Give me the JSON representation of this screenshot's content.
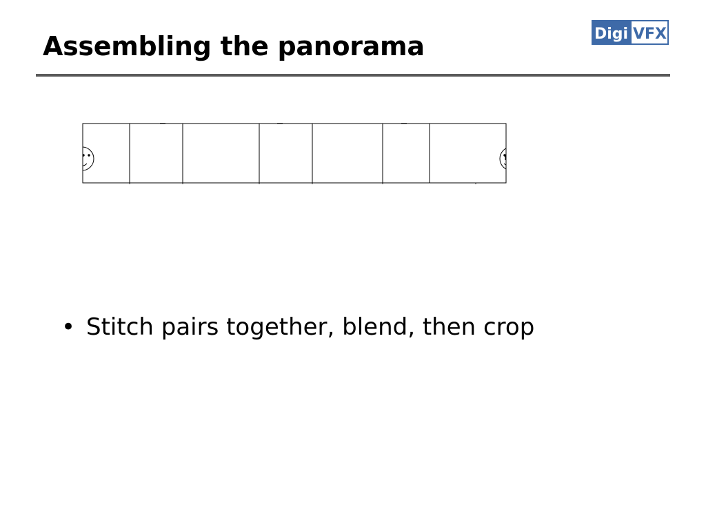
{
  "slide": {
    "title": "Assembling the panorama",
    "bullet_marker": "•",
    "bullets": [
      "Stitch pairs together, blend, then crop"
    ]
  },
  "logo": {
    "text_left": "Digi",
    "text_right": "VFX",
    "colors": {
      "box_fill": "#3e6aa8",
      "box_border": "#3e6aa8",
      "right_fill": "#ffffff",
      "text_left": "#ffffff",
      "text_right": "#3e6aa8"
    }
  },
  "colors": {
    "title_rule": "#595959",
    "text": "#000000",
    "background": "#ffffff"
  }
}
